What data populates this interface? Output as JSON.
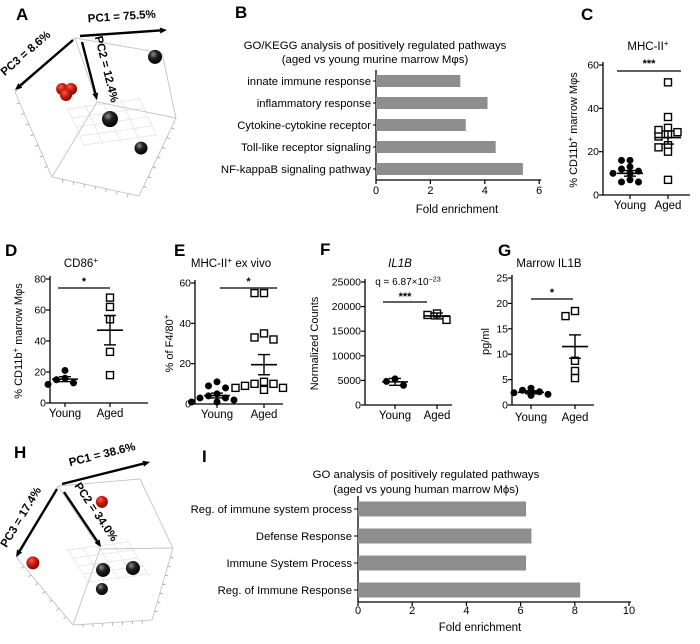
{
  "chart_data": [
    {
      "id": "A",
      "letter": "A",
      "type": "pca3d",
      "pc_labels": {
        "pc1": "PC1 = 75.5%",
        "pc2": "PC2 = 12.4%",
        "pc3": "PC3 = 8.6%"
      },
      "points": [
        {
          "fx": 0.674,
          "fy": 0.237,
          "r": 7,
          "color": "black"
        },
        {
          "fx": 0.478,
          "fy": 0.496,
          "r": 8,
          "color": "black"
        },
        {
          "fx": 0.613,
          "fy": 0.617,
          "r": 6.5,
          "color": "black"
        },
        {
          "fx": 0.27,
          "fy": 0.371,
          "r": 6,
          "color": "red"
        },
        {
          "fx": 0.309,
          "fy": 0.371,
          "r": 6,
          "color": "red"
        },
        {
          "fx": 0.287,
          "fy": 0.396,
          "r": 6,
          "color": "red"
        }
      ]
    },
    {
      "id": "B",
      "letter": "B",
      "type": "barh",
      "title_lines": [
        "GO/KEGG analysis of positively regulated pathways",
        "(aged vs young murine marrow Mφs)"
      ],
      "categories": [
        "innate immune response",
        "inflammatory response",
        "Cytokine-cytokine receptor",
        "Toll-like receptor signaling",
        "NF-kappaB signaling pathway"
      ],
      "values": [
        3.1,
        4.1,
        3.3,
        4.4,
        5.4
      ],
      "xlim": [
        0,
        6
      ],
      "xticks": [
        0,
        2,
        4,
        6
      ],
      "xlabel": "Fold enrichment",
      "bar_color": "#8e8e8e"
    },
    {
      "id": "C",
      "letter": "C",
      "type": "dots",
      "title": [
        {
          "t": "MHC-II"
        },
        {
          "t": "+",
          "sup": true
        }
      ],
      "ylabel": [
        {
          "t": "% CD11b"
        },
        {
          "t": "+",
          "sup": true
        },
        {
          "t": " marrow Mφs"
        }
      ],
      "ylim": [
        0,
        60
      ],
      "yticks": [
        0,
        20,
        40,
        60
      ],
      "sig": "***",
      "groups": [
        {
          "label": "Young",
          "marker": "circle",
          "values": [
            16,
            16,
            13,
            12,
            11,
            10,
            10,
            7,
            6,
            6
          ],
          "mean": 10,
          "sem": 1.3
        },
        {
          "label": "Aged",
          "marker": "square",
          "values": [
            52,
            36,
            31,
            30,
            29,
            28,
            27,
            23,
            22,
            20,
            7
          ],
          "mean": 26.5,
          "sem": 3
        }
      ]
    },
    {
      "id": "D",
      "letter": "D",
      "type": "dots",
      "title": [
        {
          "t": "CD86"
        },
        {
          "t": "+",
          "sup": true
        }
      ],
      "ylabel": [
        {
          "t": "% CD11b"
        },
        {
          "t": "+",
          "sup": true
        },
        {
          "t": " marrow Mφs"
        }
      ],
      "ylim": [
        0,
        80
      ],
      "yticks": [
        0,
        20,
        40,
        60,
        80
      ],
      "sig": "*",
      "groups": [
        {
          "label": "Young",
          "marker": "circle",
          "values": [
            21,
            16,
            15,
            13,
            12
          ],
          "mean": 15.4,
          "sem": 1.6
        },
        {
          "label": "Aged",
          "marker": "square",
          "values": [
            68,
            62,
            54,
            33,
            18
          ],
          "mean": 47,
          "sem": 9.5
        }
      ]
    },
    {
      "id": "E",
      "letter": "E",
      "type": "dots",
      "title": [
        {
          "t": "MHC-II"
        },
        {
          "t": "+",
          "sup": true
        },
        {
          "t": " ex vivo"
        }
      ],
      "ylabel": [
        {
          "t": "% of F4/80"
        },
        {
          "t": "+",
          "sup": true
        }
      ],
      "ylim": [
        0,
        60
      ],
      "yticks": [
        0,
        20,
        40,
        60
      ],
      "sig": "*",
      "groups": [
        {
          "label": "Young",
          "marker": "circle",
          "values": [
            11,
            9,
            8,
            5,
            4,
            3,
            3,
            2,
            1,
            1
          ],
          "mean": 4.2,
          "sem": 1.2
        },
        {
          "label": "Aged",
          "marker": "square",
          "values": [
            55,
            55,
            35,
            33,
            32,
            11,
            10,
            10,
            9,
            8,
            8,
            7
          ],
          "mean": 19.5,
          "sem": 5
        }
      ]
    },
    {
      "id": "F",
      "letter": "F",
      "type": "dots",
      "title": [
        {
          "t": "IL1B"
        }
      ],
      "title_italic": true,
      "annotation": {
        "pre": "q = 6.87×10",
        "sup": "−23"
      },
      "ylabel": [
        {
          "t": "Normalized Counts"
        }
      ],
      "ylim": [
        0,
        25000
      ],
      "yticks": [
        0,
        5000,
        10000,
        15000,
        20000,
        25000
      ],
      "sig": "***",
      "groups": [
        {
          "label": "Young",
          "marker": "circle",
          "values": [
            5300,
            4800,
            4000
          ],
          "mean": 4700,
          "sem": 700
        },
        {
          "label": "Aged",
          "marker": "square",
          "values": [
            18600,
            18300,
            17300
          ],
          "mean": 18100,
          "sem": 600
        }
      ]
    },
    {
      "id": "G",
      "letter": "G",
      "type": "dots",
      "title": [
        {
          "t": "Marrow IL1B"
        }
      ],
      "ylabel": [
        {
          "t": "pg/ml"
        }
      ],
      "ylim": [
        0,
        25
      ],
      "yticks": [
        0,
        5,
        10,
        15,
        20,
        25
      ],
      "sig": "*",
      "groups": [
        {
          "label": "Young",
          "marker": "circle",
          "values": [
            3.3,
            2.9,
            2.6,
            2.4,
            2.1,
            1.9
          ],
          "mean": 2.5,
          "sem": 0.3
        },
        {
          "label": "Aged",
          "marker": "square",
          "values": [
            18.5,
            17.5,
            8.7,
            6.7,
            5.3
          ],
          "mean": 11.5,
          "sem": 2.3
        }
      ]
    },
    {
      "id": "H",
      "letter": "H",
      "type": "pca3d",
      "pc_labels": {
        "pc1": "PC1 = 38.6%",
        "pc2": "PC2 = 34.0%",
        "pc3": "PC3 = 17.4%"
      },
      "points": [
        {
          "fx": 0.443,
          "fy": 0.336,
          "r": 6,
          "color": "red"
        },
        {
          "fx": 0.143,
          "fy": 0.621,
          "r": 6.5,
          "color": "red"
        },
        {
          "fx": 0.448,
          "fy": 0.654,
          "r": 7,
          "color": "black"
        },
        {
          "fx": 0.578,
          "fy": 0.645,
          "r": 7,
          "color": "black"
        },
        {
          "fx": 0.443,
          "fy": 0.743,
          "r": 6,
          "color": "black"
        }
      ]
    },
    {
      "id": "I",
      "letter": "I",
      "type": "barh",
      "title_lines": [
        "GO analysis of positively regulated pathways",
        "(aged vs young human marrow Mϕs)"
      ],
      "categories": [
        "Reg. of immune system process",
        "Defense Response",
        "Immune System Process",
        "Reg. of Immune Response"
      ],
      "values": [
        6.2,
        6.4,
        6.2,
        8.2
      ],
      "xlim": [
        0,
        10
      ],
      "xticks": [
        0,
        2,
        4,
        6,
        8,
        10
      ],
      "xlabel": "Fold enrichment",
      "bar_color": "#8e8e8e"
    }
  ]
}
